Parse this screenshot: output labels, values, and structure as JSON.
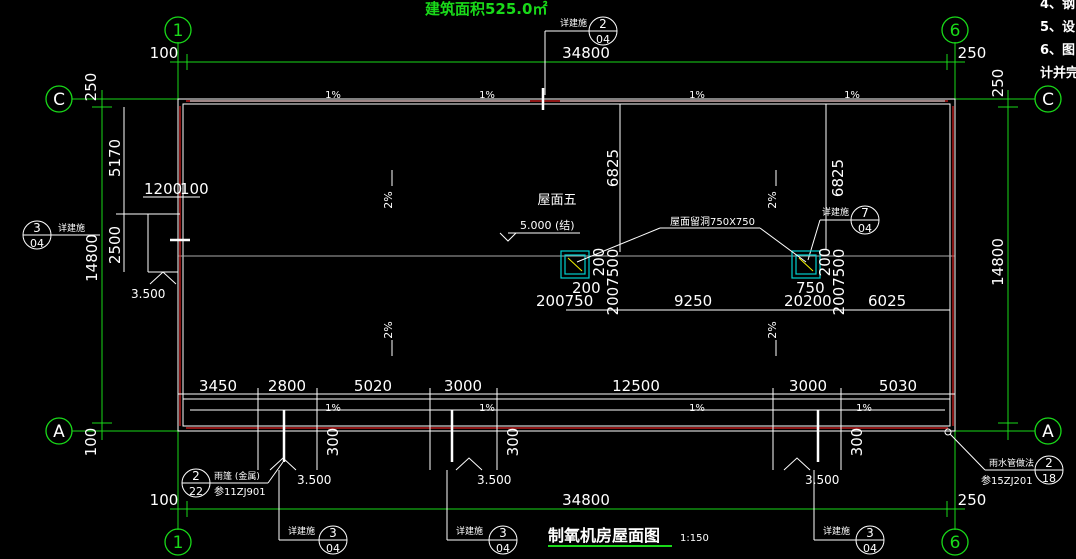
{
  "header": {
    "area_label": "建筑面积525.0㎡",
    "notes": [
      "4、钢",
      "5、设",
      "6、图",
      "计并完"
    ]
  },
  "axes": {
    "col_1": "1",
    "col_6": "6",
    "row_C": "C",
    "row_A": "A"
  },
  "dims": {
    "total_width": "34800",
    "total_depth": "14800",
    "left_100": "100",
    "right_250": "250",
    "left_c_250": "250",
    "left_a_100": "100",
    "d5170": "5170",
    "d2500": "2500",
    "d1200": "1200",
    "d100": "100",
    "d6825a": "6825",
    "d6825b": "6825",
    "d200a": "200",
    "d200b": "200",
    "d750a": "750",
    "d750b": "750",
    "d200750": "200750",
    "d9250": "9250",
    "d20200": "20200",
    "d6025": "6025",
    "d3450": "3450",
    "d2800": "2800",
    "d5020": "5020",
    "d3000a": "3000",
    "d12500": "12500",
    "d3000b": "3000",
    "d5030": "5030",
    "d300a": "300",
    "d300b": "300",
    "d300c": "300",
    "d2007500a": "2007500",
    "d2007500b": "2007500"
  },
  "slopes": {
    "pct1": "1%",
    "pct2": "2%"
  },
  "annotations": {
    "roof_name": "屋面五",
    "roof_elev": "5.000 (结)",
    "opening": "屋面留洞750X750",
    "elev_3500": "3.500",
    "detail_see": "详建施",
    "gutter": "雨篷 (金属)",
    "gutter_ref": "参11ZJ901",
    "downpipe": "雨水管做法",
    "downpipe_ref": "参15ZJ201"
  },
  "detail_marks": {
    "top": {
      "num": "2",
      "sheet": "04"
    },
    "left": {
      "num": "3",
      "sheet": "04"
    },
    "right": {
      "num": "7",
      "sheet": "04"
    },
    "bottom_left": {
      "num": "2",
      "sheet": "22"
    },
    "bottom_right": {
      "num": "2",
      "sheet": "18"
    },
    "b1": {
      "num": "3",
      "sheet": "04"
    },
    "b2": {
      "num": "3",
      "sheet": "04"
    },
    "b3": {
      "num": "3",
      "sheet": "04"
    }
  },
  "title": {
    "name": "制氧机房屋面图",
    "scale": "1:150"
  },
  "colors": {
    "background": "#000000",
    "axis": "#19d919",
    "line": "#ffffff",
    "wall": "#e02020",
    "opening": "#00d0d0",
    "text_yellow": "#f0f000"
  }
}
